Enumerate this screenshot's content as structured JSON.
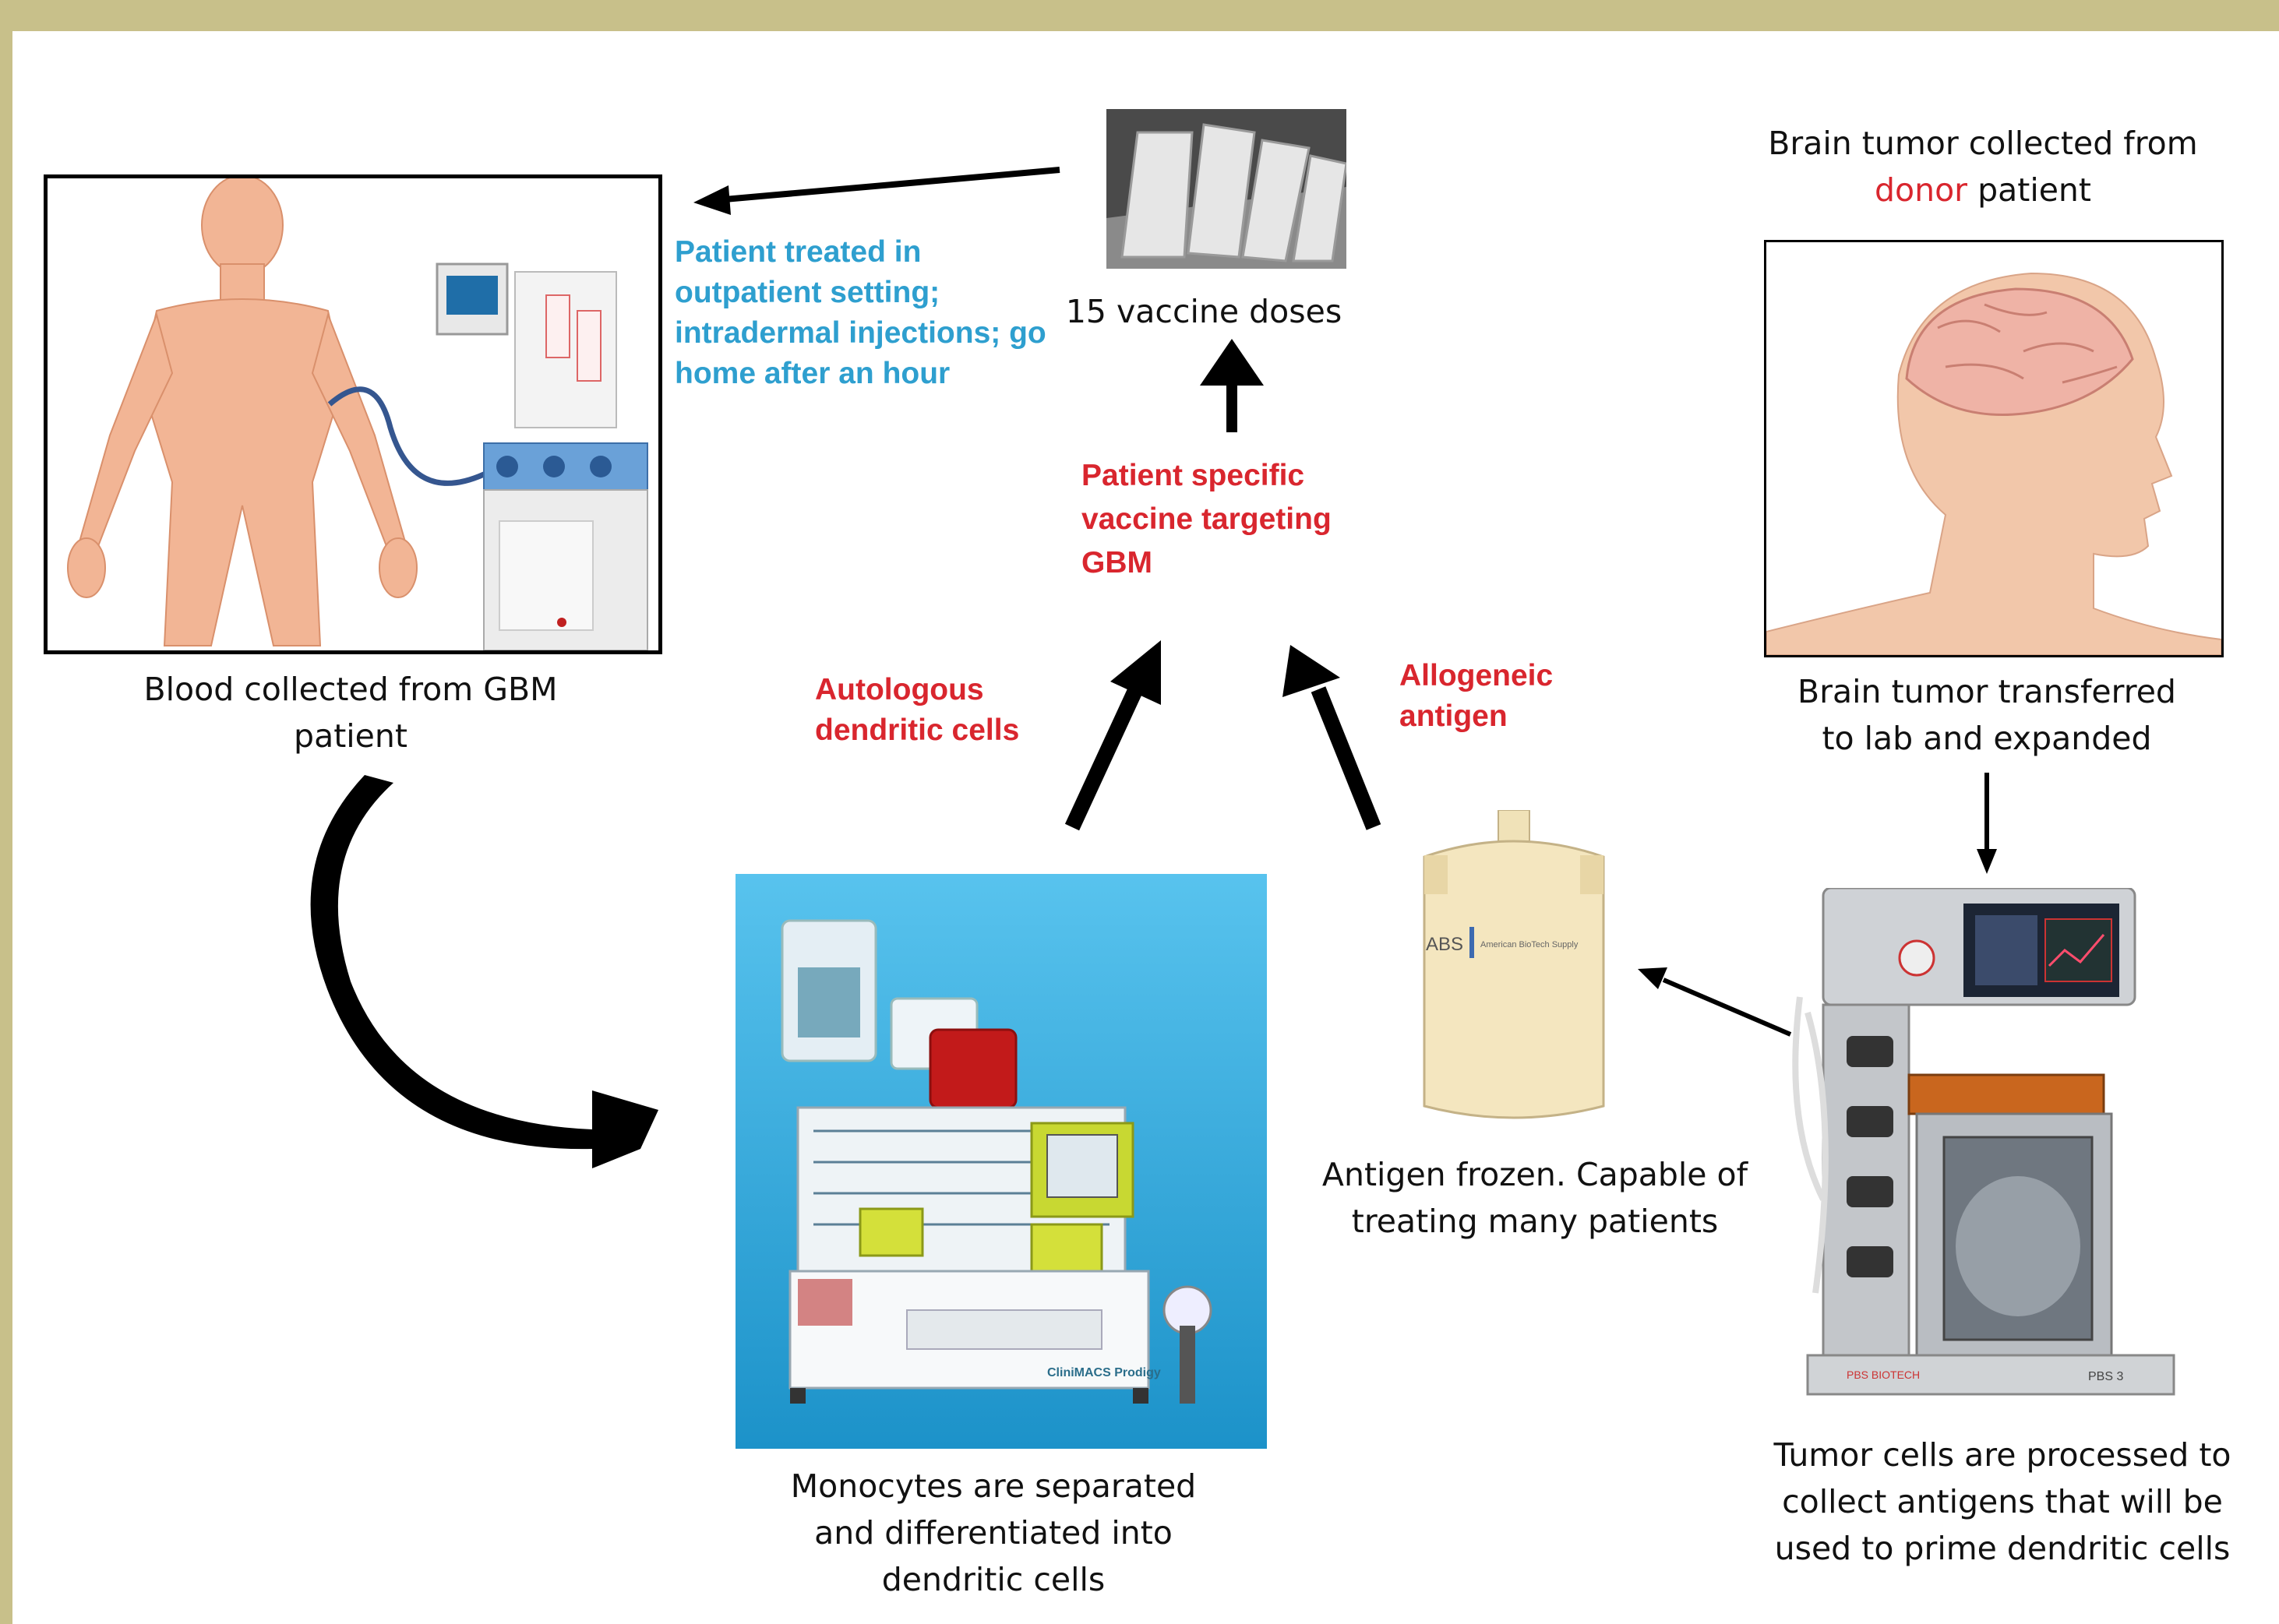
{
  "colors": {
    "frame": "#c8c08a",
    "label_red": "#d9262e",
    "label_blue": "#2e9fcf",
    "skin": "#f2b595",
    "machine_bg": "#27a6dc"
  },
  "captions": {
    "blood": [
      "Blood collected from GBM",
      "patient"
    ],
    "vaccine": "15 vaccine doses",
    "tumor_collected": {
      "before": "Brain tumor collected from",
      "highlight": "donor",
      "after": "patient"
    },
    "tumor_transferred": [
      "Brain tumor transferred",
      "to lab and expanded"
    ],
    "monocytes": [
      "Monocytes are separated",
      "and differentiated into",
      "dendritic cells"
    ],
    "antigen_frozen": [
      "Antigen frozen. Capable of",
      "treating many patients"
    ],
    "tumor_cells": [
      "Tumor cells are processed to",
      "collect antigens that will be",
      "used to prime dendritic cells"
    ]
  },
  "labels": {
    "treated": [
      "Patient treated in",
      "outpatient setting;",
      "intradermal injections; go",
      "home after an hour"
    ],
    "patient_specific": [
      "Patient specific",
      "vaccine targeting",
      "GBM"
    ],
    "autologous": [
      "Autologous",
      "dendritic cells"
    ],
    "allogeneic": [
      "Allogeneic",
      "antigen"
    ]
  },
  "equipment_text": {
    "abs_logo": "ABS",
    "abs_brand": "American BioTech Supply",
    "prodigy_label": "CliniMACS Prodigy",
    "pbs_brand": "PBS BIOTECH",
    "pbs_model": "PBS 3"
  }
}
